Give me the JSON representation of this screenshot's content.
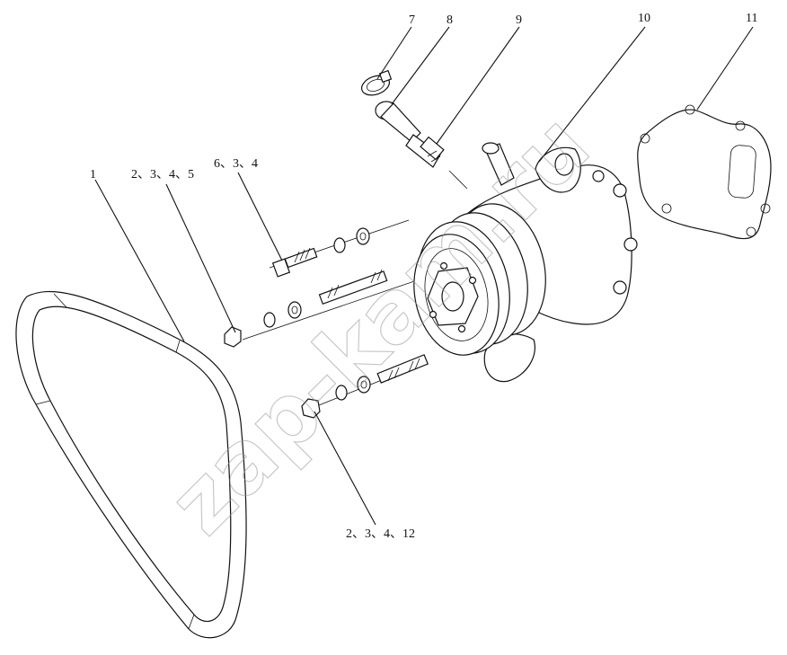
{
  "diagram": {
    "callouts": {
      "c1": "1",
      "c2345": "2、3、4、5",
      "c634": "6、3、4",
      "c7": "7",
      "c8": "8",
      "c9": "9",
      "c10": "10",
      "c11": "11",
      "c23412": "2、3、4、12"
    },
    "watermark": "zap-kam.ru"
  }
}
